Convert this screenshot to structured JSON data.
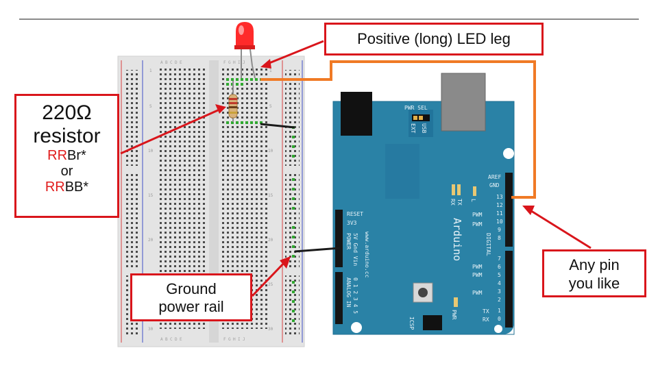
{
  "callouts": {
    "led_leg": "Positive (long) LED leg",
    "resistor_value": "220Ω",
    "resistor_word": "resistor",
    "resistor_code_1_red": "RR",
    "resistor_code_1_black": "Br*",
    "resistor_or": "or",
    "resistor_code_2_red": "RR",
    "resistor_code_2_black": "BB*",
    "ground_line1": "Ground",
    "ground_line2": "power rail",
    "pin_line1": "Any pin",
    "pin_line2": "you like"
  },
  "breadboard": {
    "column_letters_left": [
      "A",
      "B",
      "C",
      "D",
      "E"
    ],
    "column_letters_right": [
      "F",
      "G",
      "H",
      "I",
      "J"
    ],
    "row_labels": [
      "1",
      "5",
      "10",
      "15",
      "20",
      "25",
      "30"
    ]
  },
  "arduino": {
    "logo": "Arduino",
    "website": "www.arduino.cc",
    "pwr_sel": "PWR SEL",
    "ext": "EXT",
    "usb": "USB",
    "aref": "AREF",
    "gnd": "GND",
    "digital": "DIGITAL",
    "reset": "RESET",
    "v33": "3V3",
    "power": "POWER",
    "power_pins": "5V Gnd Vin",
    "analog_in": "ANALOG IN",
    "analog_nums": "0 1 2 3 4 5",
    "tx": "TX",
    "rx": "RX",
    "l": "L",
    "pwr": "PWR",
    "icsp": "ICSP",
    "pwm": "PWM",
    "tx_pin": "TX",
    "rx_pin": "RX",
    "digital_nums": [
      "13",
      "12",
      "11",
      "10",
      "9",
      "8",
      "7",
      "6",
      "5",
      "4",
      "3",
      "2",
      "1",
      "0"
    ]
  },
  "colors": {
    "callout_border": "#d9151b",
    "board_blue": "#2a82a6",
    "wire_orange": "#f07a25",
    "led_red": "#ff2a2a",
    "hole_green": "#2fa82f"
  }
}
